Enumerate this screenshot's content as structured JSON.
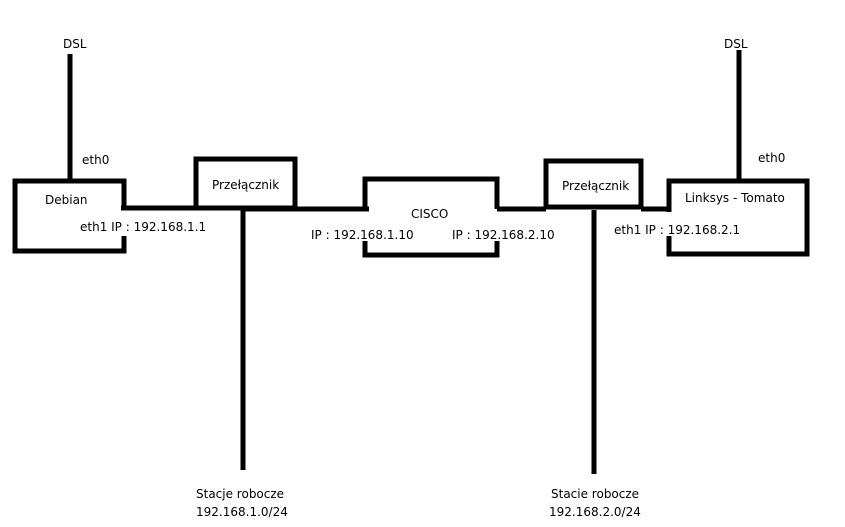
{
  "left_dsl": "DSL",
  "right_dsl": "DSL",
  "debian": {
    "name": "Debian",
    "eth0": "eth0",
    "eth1": "eth1 IP : 192.168.1.1"
  },
  "switch_left": {
    "name": "Przełącznik"
  },
  "cisco": {
    "name": "CISCO",
    "ip_left": "IP : 192.168.1.10",
    "ip_right": "IP :  192.168.2.10"
  },
  "switch_right": {
    "name": "Przełącznik"
  },
  "linksys": {
    "name": "Linksys - Tomato",
    "eth0": "eth0",
    "eth1": "eth1 IP : 192.168.2.1"
  },
  "workstations_left": {
    "label": "Stacje robocze",
    "subnet": "192.168.1.0/24"
  },
  "workstations_right": {
    "label": "Stacie robocze",
    "subnet": "192.168.2.0/24"
  }
}
